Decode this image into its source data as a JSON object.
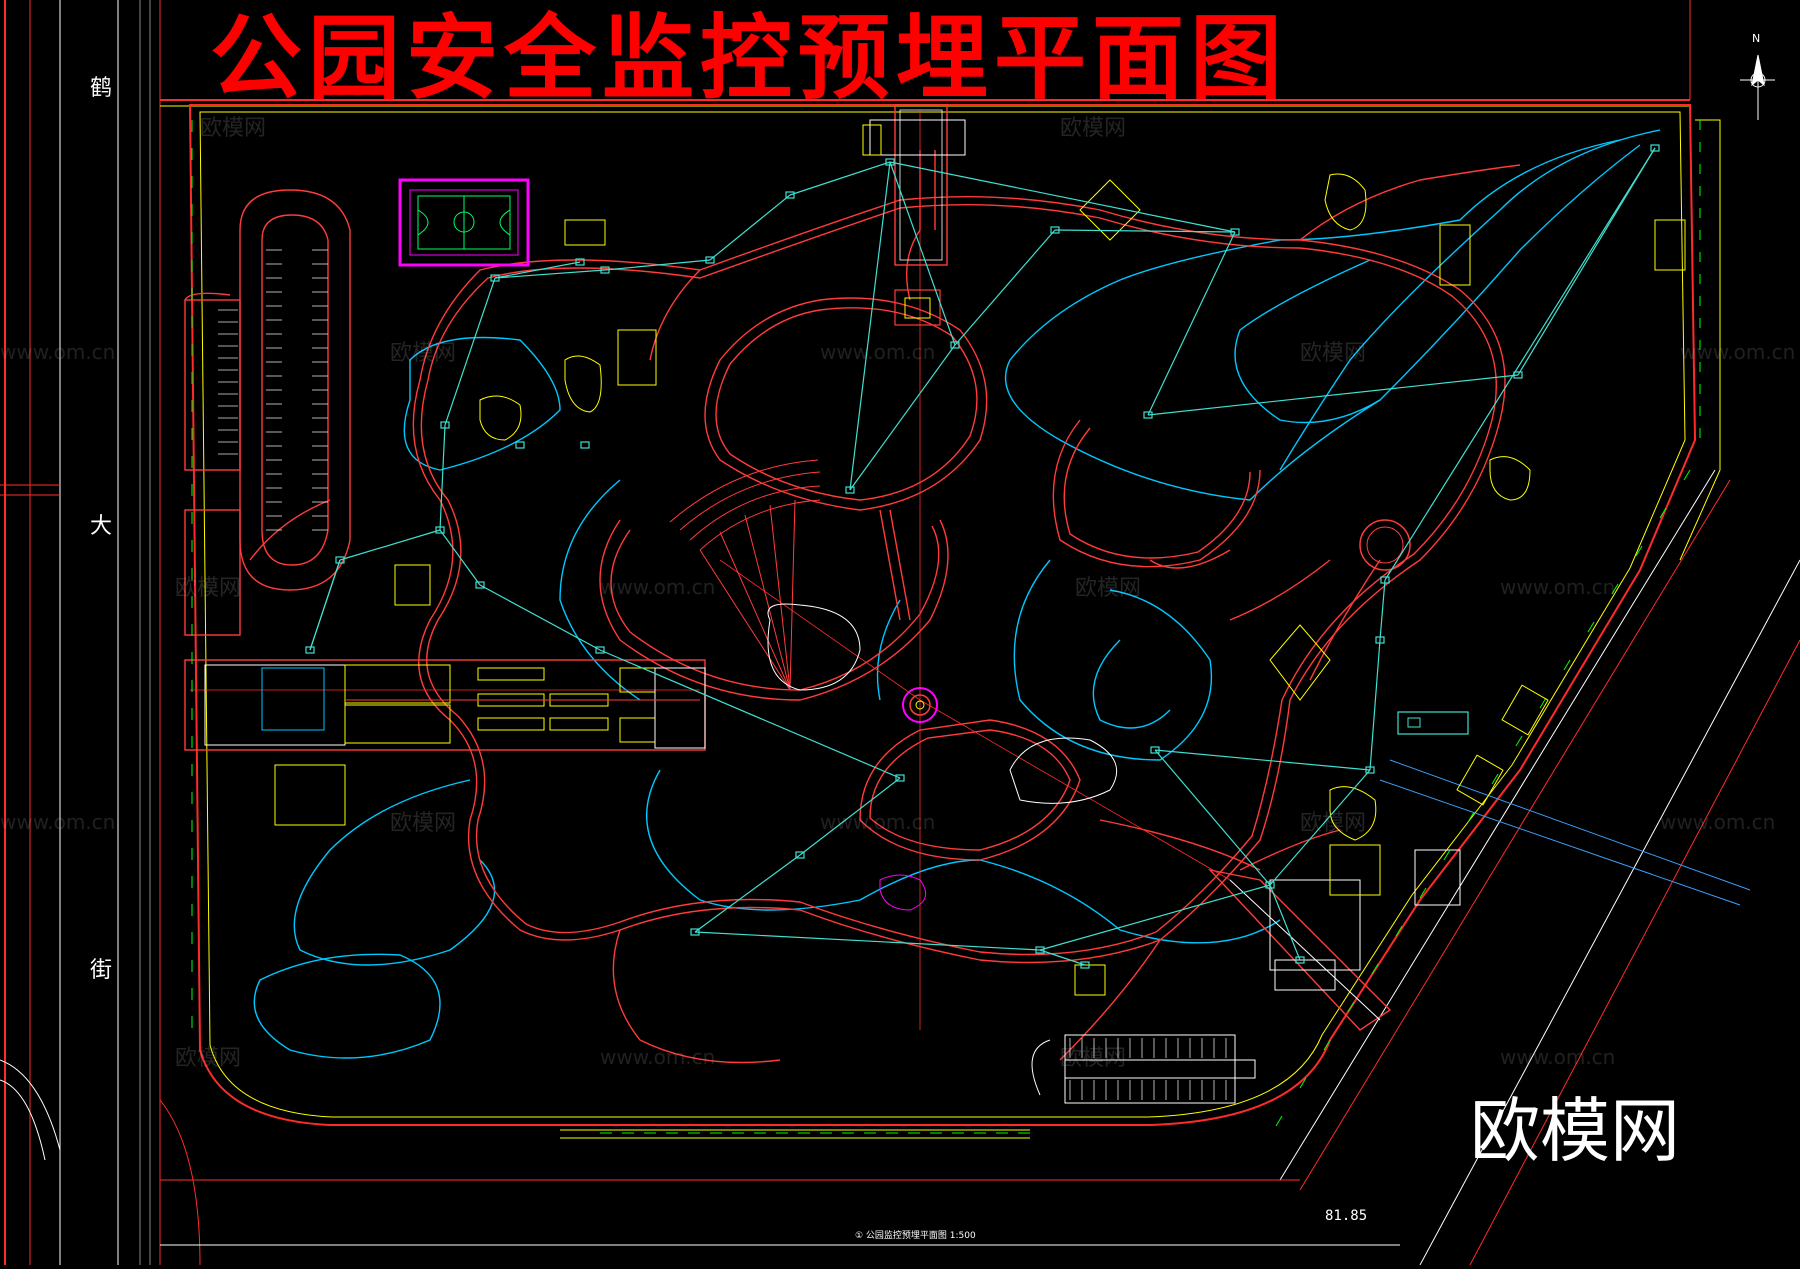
{
  "title": "公园安全监控预埋平面图",
  "brand": "欧模网",
  "street_name": [
    "鹤",
    "大",
    "街"
  ],
  "scale_value": "81.85",
  "drawing_label": "① 公园监控预埋平面图 1:500",
  "north_label": "N",
  "watermark_text": "欧模网",
  "watermark_url": "www.om.cn",
  "colors": {
    "background": "#000000",
    "title": "#ff0000",
    "path": "#ff3b3b",
    "water": "#00c8ff",
    "camera_link": "#3fe0d0",
    "structure": "#ffff00",
    "court": "#ff00ff",
    "parking": "#e0e0e0",
    "plant": "#00ff00"
  },
  "icons": {
    "north_arrow": "north-arrow-icon",
    "camera": "camera-icon",
    "legend_camera": "legend-camera-icon"
  }
}
